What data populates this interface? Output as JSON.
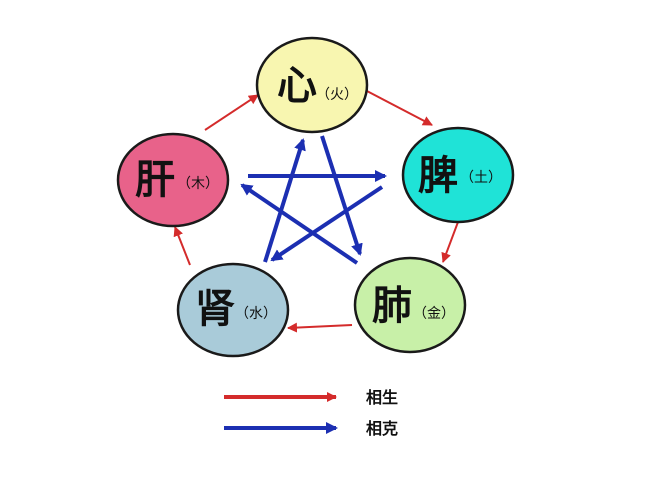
{
  "nodes": {
    "heart": {
      "organ": "心",
      "element": "（火）",
      "color": "#f8f6b0"
    },
    "spleen": {
      "organ": "脾",
      "element": "（土）",
      "color": "#1fe3d7"
    },
    "lung": {
      "organ": "肺",
      "element": "（金）",
      "color": "#c8f0a8"
    },
    "kidney": {
      "organ": "肾",
      "element": "（水）",
      "color": "#a9cbd9"
    },
    "liver": {
      "organ": "肝",
      "element": "（木）",
      "color": "#e8628a"
    }
  },
  "arrow_colors": {
    "generating": "#d42b2b",
    "controlling": "#1c2fb2"
  },
  "legend": {
    "generating": "相生",
    "controlling": "相克"
  }
}
